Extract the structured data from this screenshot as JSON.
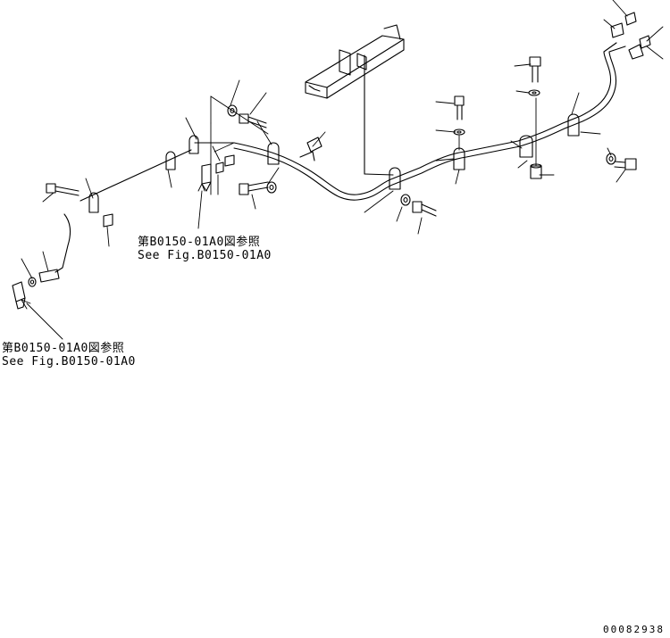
{
  "references": [
    {
      "line1": "第B0150-01A0図参照",
      "line2": "See Fig.B0150-01A0"
    },
    {
      "line1": "第B0150-01A0図参照",
      "line2": "See Fig.B0150-01A0"
    }
  ],
  "figure_number": "00082938",
  "colors": {
    "ink": "#000000",
    "paper": "#ffffff"
  },
  "parts": [
    "pipe-assembly",
    "bracket",
    "clamp",
    "bolt",
    "washer",
    "spacer",
    "hose-fitting",
    "elbow-fitting",
    "collar",
    "nut"
  ]
}
